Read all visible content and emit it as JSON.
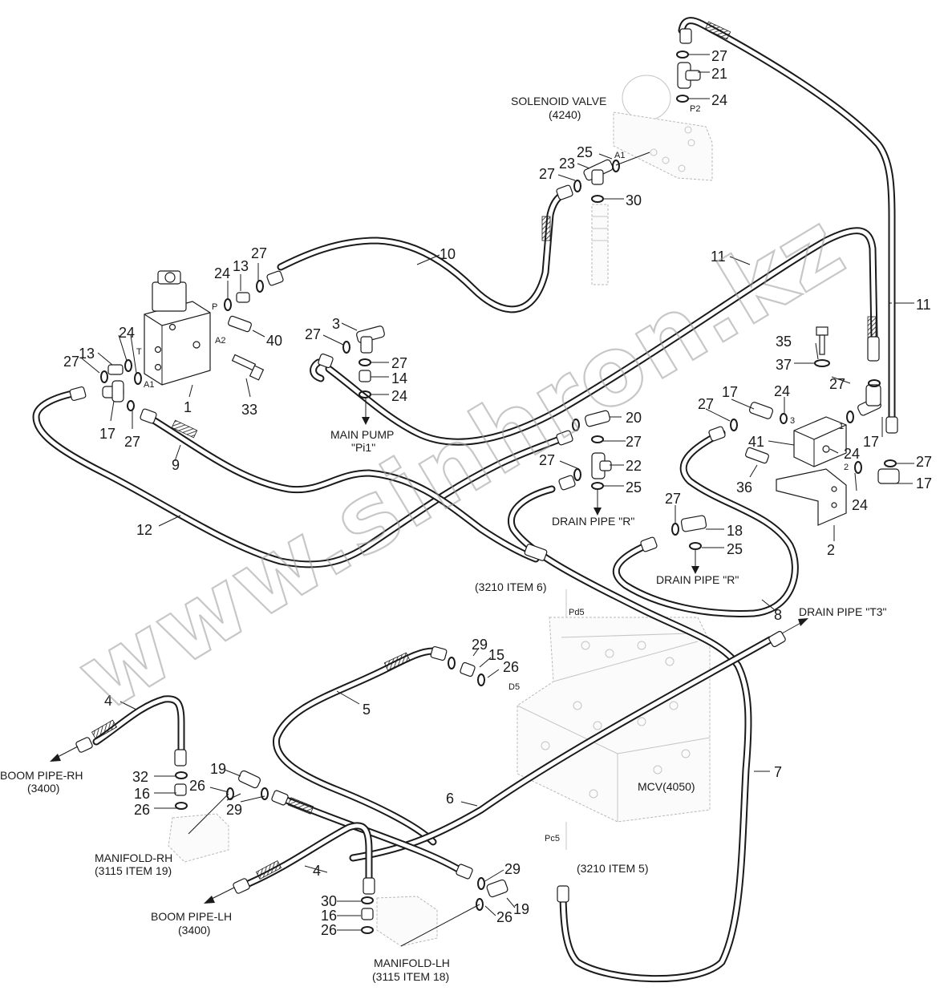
{
  "diagram": {
    "watermark": "www.sinhron.kz",
    "callouts": {
      "n1": "1",
      "n2": "2",
      "n3": "3",
      "n4a": "4",
      "n4b": "4",
      "n5": "5",
      "n6": "6",
      "n7": "7",
      "n8": "8",
      "n9": "9",
      "n10": "10",
      "n11a": "11",
      "n11b": "11",
      "n12": "12",
      "n13a": "13",
      "n13b": "13",
      "n14": "14",
      "n15": "15",
      "n16a": "16",
      "n16b": "16",
      "n17a": "17",
      "n17b": "17",
      "n17c": "17",
      "n17d": "17",
      "n18": "18",
      "n19a": "19",
      "n19b": "19",
      "n20": "20",
      "n21": "21",
      "n22": "22",
      "n23": "23",
      "n24a": "24",
      "n24b": "24",
      "n24c": "24",
      "n24d": "24",
      "n24e": "24",
      "n24f": "24",
      "n24g": "24",
      "n25a": "25",
      "n25b": "25",
      "n25c": "25",
      "n26a": "26",
      "n26b": "26",
      "n26c": "26",
      "n26d": "26",
      "n26e": "26",
      "n27a": "27",
      "n27b": "27",
      "n27c": "27",
      "n27d": "27",
      "n27e": "27",
      "n27f": "27",
      "n27g": "27",
      "n27h": "27",
      "n27i": "27",
      "n27j": "27",
      "n27k": "27",
      "n27l": "27",
      "n29a": "29",
      "n29b": "29",
      "n29c": "29",
      "n30a": "30",
      "n30b": "30",
      "n32": "32",
      "n33": "33",
      "n35": "35",
      "n36": "36",
      "n37": "37",
      "n40": "40",
      "n41": "41"
    },
    "labels": {
      "solenoid_valve": "SOLENOID VALVE",
      "solenoid_valve_ref": "(4240)",
      "main_pump": "MAIN PUMP",
      "main_pump_port": "\"Pi1\"",
      "drain_r1": "DRAIN PIPE \"R\"",
      "drain_r2": "DRAIN PIPE \"R\"",
      "drain_t3": "DRAIN PIPE \"T3\"",
      "ref_3210_6": "(3210 ITEM 6)",
      "ref_3210_5": "(3210 ITEM 5)",
      "mcv": "MCV(4050)",
      "boom_rh": "BOOM PIPE-RH",
      "boom_rh_ref": "(3400)",
      "boom_lh": "BOOM PIPE-LH",
      "boom_lh_ref": "(3400)",
      "manifold_rh": "MANIFOLD-RH",
      "manifold_rh_ref": "(3115 ITEM 19)",
      "manifold_lh": "MANIFOLD-LH",
      "manifold_lh_ref": "(3115 ITEM 18)"
    },
    "ports": {
      "p_valve": "P",
      "a2": "A2",
      "t": "T",
      "a1_valve": "A1",
      "a1_sol": "A1",
      "p2": "P2",
      "pd5": "Pd5",
      "pc5": "Pc5",
      "d5": "D5",
      "b1": "1",
      "b2": "2",
      "b3": "3"
    }
  }
}
